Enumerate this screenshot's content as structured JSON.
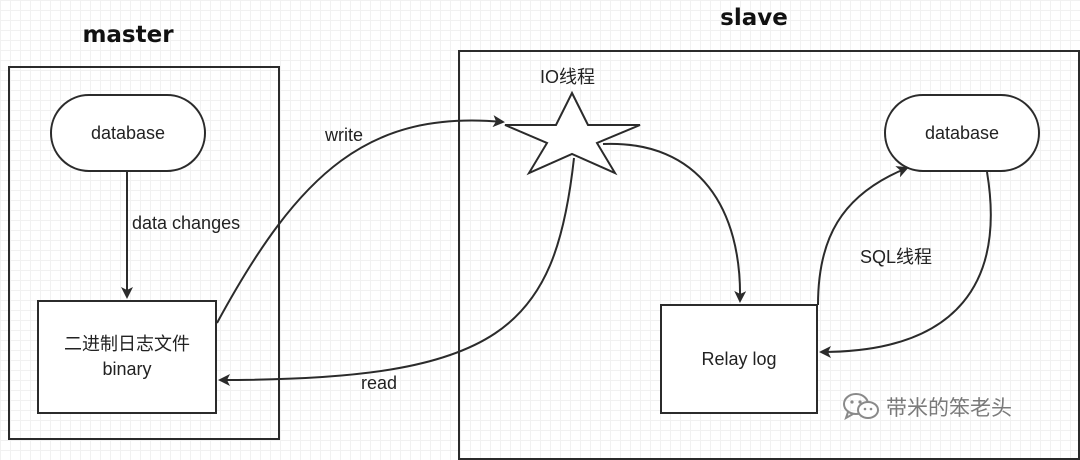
{
  "master": {
    "title": "master",
    "database_label": "database",
    "edge_label": "data changes",
    "binlog_line1": "二进制日志文件",
    "binlog_line2": "binary"
  },
  "slave": {
    "title": "slave",
    "io_thread_label": "IO线程",
    "database_label": "database",
    "sql_thread_label": "SQL线程",
    "relay_log_label": "Relay log"
  },
  "edges": {
    "write_label": "write",
    "read_label": "read"
  },
  "watermark": {
    "icon": "wechat-icon",
    "text": "带米的笨老头"
  }
}
